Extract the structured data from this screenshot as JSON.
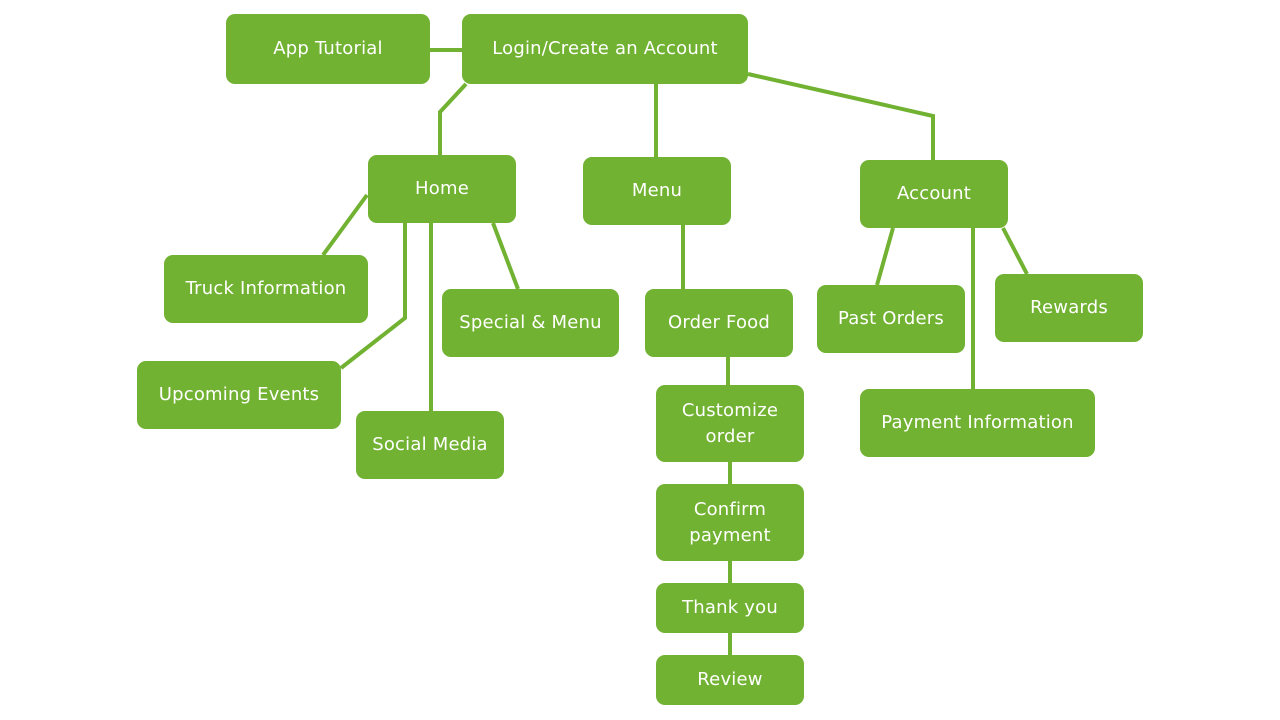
{
  "diagram": {
    "accent_color": "#71b232",
    "background_color": "#ffffff",
    "nodes": {
      "app_tutorial": "App Tutorial",
      "login": "Login/Create an Account",
      "home": "Home",
      "menu": "Menu",
      "account": "Account",
      "truck_information": "Truck Information",
      "upcoming_events": "Upcoming Events",
      "social_media": "Social Media",
      "special_menu": "Special & Menu",
      "order_food": "Order Food",
      "customize_order": [
        "Customize",
        "order"
      ],
      "confirm_payment": [
        "Confirm",
        "payment"
      ],
      "thank_you": "Thank you",
      "review": "Review",
      "past_orders": "Past Orders",
      "rewards": "Rewards",
      "payment_information": "Payment Information"
    },
    "edges": [
      [
        "app_tutorial",
        "login"
      ],
      [
        "login",
        "home"
      ],
      [
        "login",
        "menu"
      ],
      [
        "login",
        "account"
      ],
      [
        "home",
        "truck_information"
      ],
      [
        "home",
        "upcoming_events"
      ],
      [
        "home",
        "social_media"
      ],
      [
        "home",
        "special_menu"
      ],
      [
        "menu",
        "order_food"
      ],
      [
        "order_food",
        "customize_order"
      ],
      [
        "customize_order",
        "confirm_payment"
      ],
      [
        "confirm_payment",
        "thank_you"
      ],
      [
        "thank_you",
        "review"
      ],
      [
        "account",
        "past_orders"
      ],
      [
        "account",
        "payment_information"
      ],
      [
        "account",
        "rewards"
      ]
    ]
  }
}
